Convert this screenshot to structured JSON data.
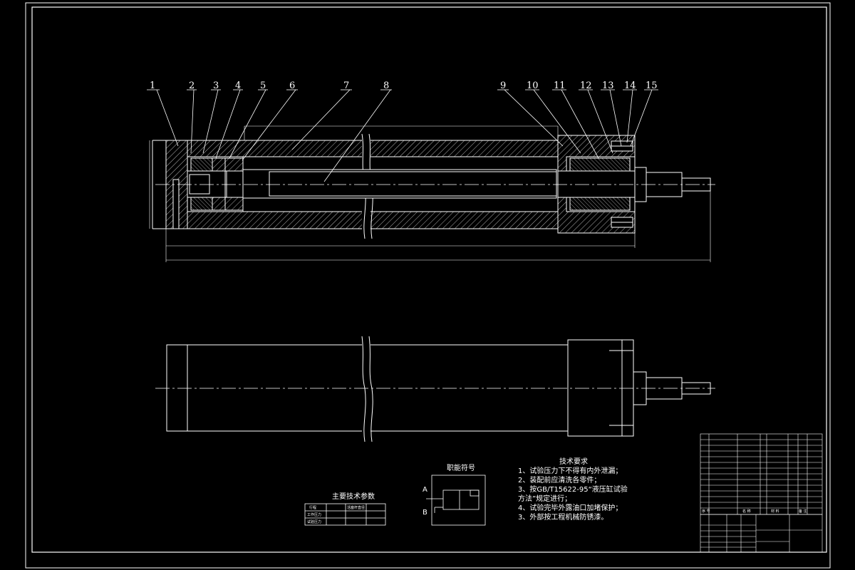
{
  "balloons": [
    "1",
    "2",
    "3",
    "4",
    "5",
    "6",
    "7",
    "8",
    "9",
    "10",
    "11",
    "12",
    "13",
    "14",
    "15"
  ],
  "tech_requirements": {
    "title": "技术要求",
    "items": [
      "1、试验压力下不得有内外泄漏；",
      "2、装配前应清洗各零件；",
      "3、按GB/T15622-95“液压缸试验",
      "方法”规定进行；",
      "4、试验完毕外露油口加堵保护；",
      "3、外部按工程机械防锈漆。"
    ]
  },
  "symbol_box": {
    "title": "职能符号",
    "port_a": "A",
    "port_b": "B"
  },
  "main_params": {
    "title": "主要技术参数",
    "rows": [
      [
        "行程",
        "",
        "活塞杆直径",
        ""
      ],
      [
        "工作压力",
        "",
        "",
        ""
      ],
      [
        "试验压力",
        "",
        "",
        ""
      ]
    ]
  },
  "title_block": {
    "drawing_no": "",
    "drawing_name": "",
    "header_seq": "序 号",
    "header_name": "名 称",
    "header_material": "材 料",
    "header_notes": "备 注"
  },
  "colors": {
    "background": "#000000",
    "lines": "#ffffff",
    "hatch": "#ffffff"
  }
}
